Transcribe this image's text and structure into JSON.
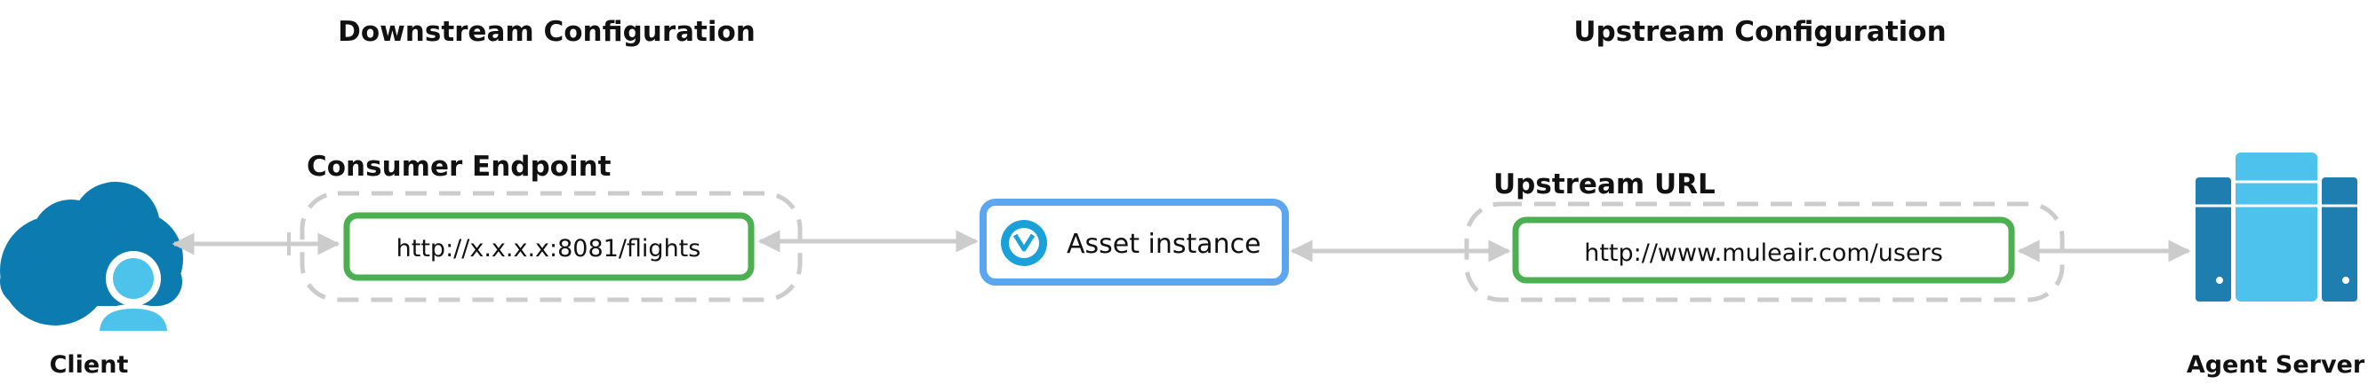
{
  "headings": {
    "downstream": "Downstream Configuration",
    "upstream": "Upstream Configuration"
  },
  "nodes": {
    "client": {
      "label": "Client",
      "icon": "cloud-user-icon"
    },
    "consumer_endpoint": {
      "title": "Consumer Endpoint",
      "url": "http://x.x.x.x:8081/flights"
    },
    "asset_instance": {
      "label": "Asset instance",
      "icon": "mulesoft-logo-icon"
    },
    "upstream_url": {
      "title": "Upstream URL",
      "url": "http://www.muleair.com/users"
    },
    "agent_server": {
      "label": "Agent Server",
      "icon": "server-icon"
    }
  },
  "colors": {
    "green_border": "#4caf50",
    "blue_border": "#5aa6f0",
    "dashed_gray": "#cccccc",
    "arrow_gray": "#cccccc",
    "cloud_blue": "#0b7bb0",
    "user_light_blue": "#4dc3ec",
    "server_dark": "#1d7eaf",
    "server_light": "#4cc2ec"
  }
}
